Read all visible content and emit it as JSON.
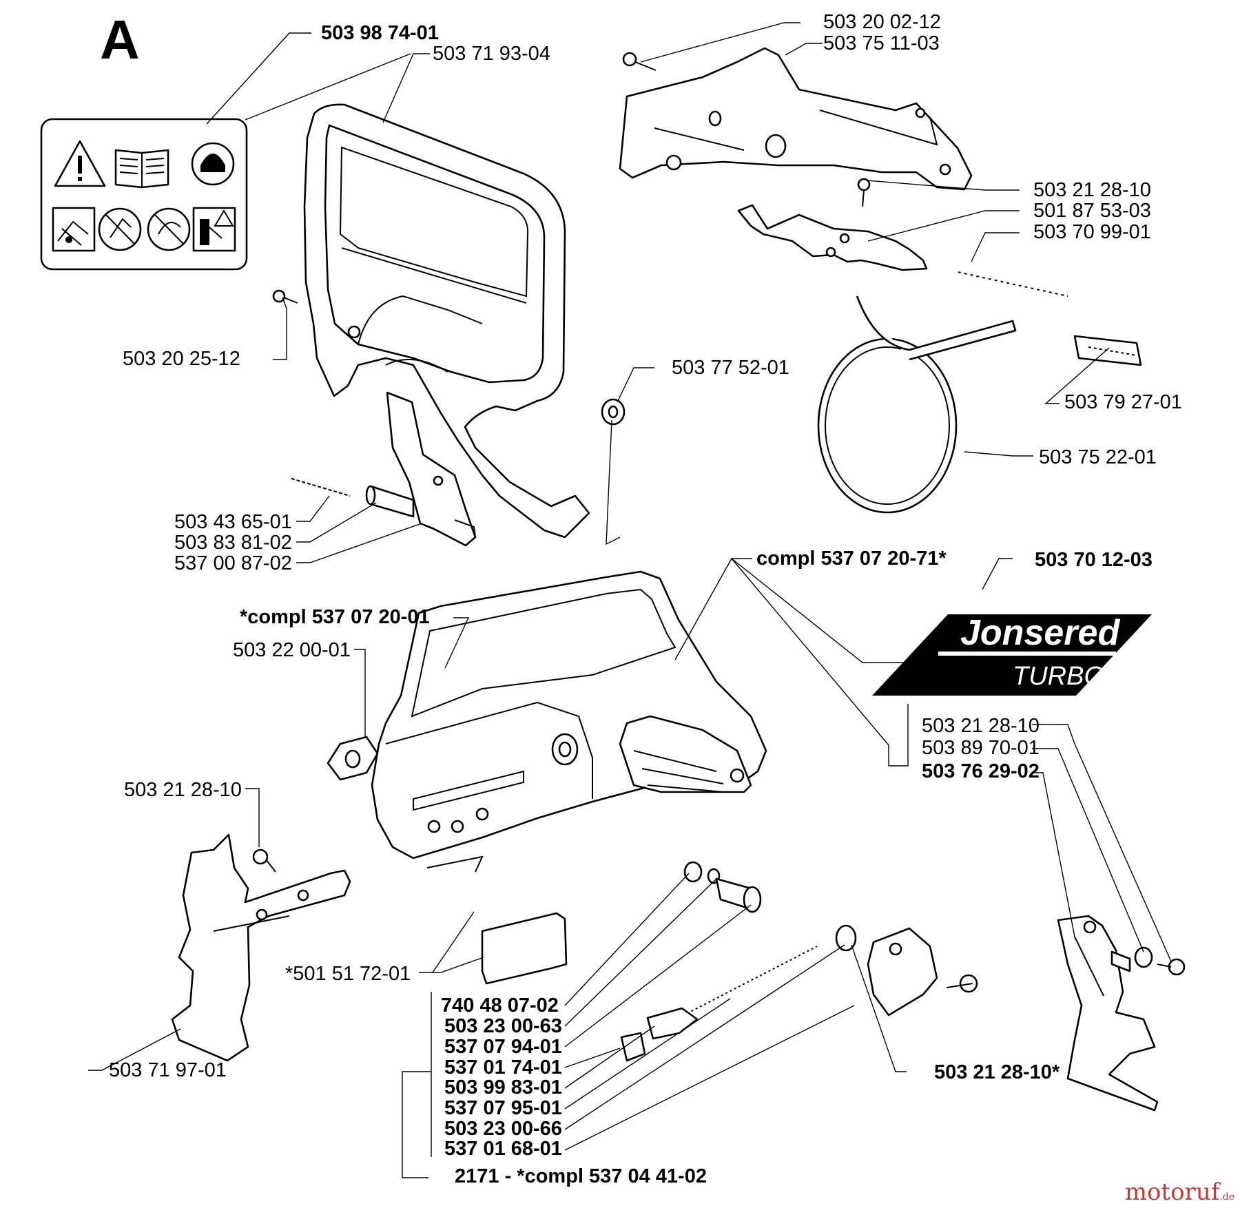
{
  "section_letter": "A",
  "watermark": {
    "main": "motoruf",
    "suffix": ".de"
  },
  "logo": {
    "brand": "Jonsered",
    "model": "TURBO"
  },
  "labels": {
    "p503987401": "503 98 74-01",
    "p503719304": "503 71 93-04",
    "p503200212": "503 20 02-12",
    "p503751103": "503 75 11-03",
    "p503212810_top": "503 21 28-10",
    "p501875303": "501 87 53-03",
    "p503709901": "503 70 99-01",
    "p503202512": "503 20 25-12",
    "p503775201": "503 77 52-01",
    "p503792701": "503 79 27-01",
    "p503752201": "503 75 22-01",
    "p503436501": "503 43 65-01",
    "p503838102": "503 83 81-02",
    "p537008702": "537 00 87-02",
    "compl537072071": "compl 537 07 20-71*",
    "p503701203": "503 70 12-03",
    "compl537072001": "*compl 537 07 20-01",
    "p503220001": "503 22 00-01",
    "p503212810_mid": "503 21 28-10",
    "p503897001": "503 89 70-01",
    "p503762902": "503 76 29-02",
    "p503212810_left": "503 21 28-10",
    "p501517201": "*501 51 72-01",
    "p740480702": "740 48 07-02",
    "p503230063": "503 23 00-63",
    "p537079401": "537 07 94-01",
    "p537017401": "537 01 74-01",
    "p503998301": "503 99 83-01",
    "p537079501": "537 07 95-01",
    "p503230066": "503 23 00-66",
    "p537016801": "537 01 68-01",
    "compl537044102": "2171 - *compl 537 04 41-02",
    "p503719701": "503 71 97-01",
    "p503212810_star": "503 21 28-10*"
  },
  "icons": [
    "warning-icon",
    "manual-book-icon",
    "protective-helmet-icon",
    "pictogram-1-icon",
    "pictogram-2-icon",
    "pictogram-3-icon",
    "pictogram-4-icon"
  ]
}
